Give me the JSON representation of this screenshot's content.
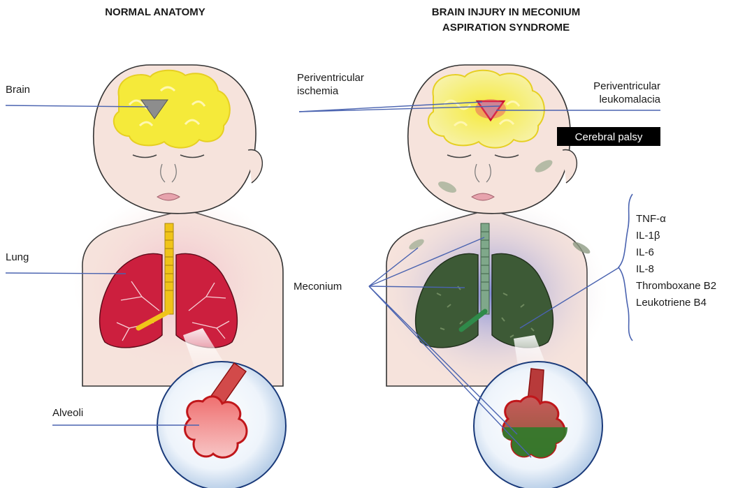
{
  "left_panel": {
    "title": "NORMAL ANATOMY",
    "labels": {
      "brain": "Brain",
      "lung": "Lung",
      "alveoli": "Alveoli"
    }
  },
  "right_panel": {
    "title_line1": "BRAIN INJURY IN MECONIUM",
    "title_line2": "ASPIRATION SYNDROME",
    "labels": {
      "pv_ischemia_line1": "Periventricular",
      "pv_ischemia_line2": "ischemia",
      "pvl_line1": "Periventricular",
      "pvl_line2": "leukomalacia",
      "cerebral_palsy": "Cerebral palsy",
      "meconium": "Meconium"
    },
    "mediators": [
      "TNF-α",
      "IL-1β",
      "IL-6",
      "IL-8",
      "Thromboxane B2",
      "Leukotriene B4"
    ]
  },
  "colors": {
    "skin": "#f6e3dc",
    "skin_outline": "#333333",
    "brain_yellow": "#f5ea3a",
    "lung_red": "#cc1f3e",
    "meconium_green": "#3d5a36",
    "alveoli_pink": "#f28c8c",
    "leader_line": "#4a63b0",
    "bubble": "#dde9f7"
  }
}
